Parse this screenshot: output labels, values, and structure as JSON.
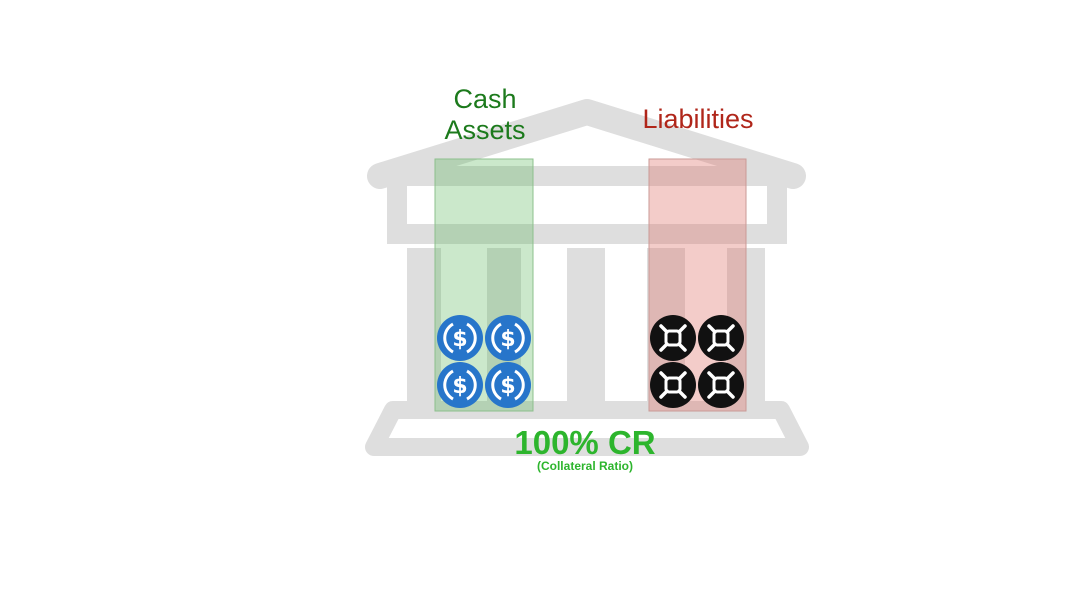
{
  "assets": {
    "label_line1": "Cash",
    "label_line2": "Assets",
    "coin_icon": "usdc-coin-icon",
    "coin_count": 4,
    "color": "#1c7a1c"
  },
  "liabilities": {
    "label": "Liabilities",
    "coin_icon": "frax-coin-icon",
    "coin_count": 4,
    "color": "#b0261a"
  },
  "ratio": {
    "title": "100% CR",
    "subtitle": "(Collateral Ratio)",
    "color": "#2db52d"
  },
  "background_icon": "bank-building-icon"
}
